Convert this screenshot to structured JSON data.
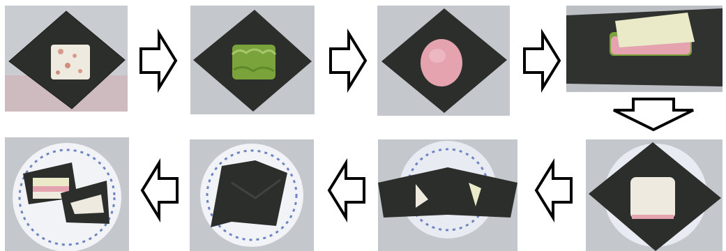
{
  "diagram": {
    "steps": [
      {
        "id": 1,
        "icon": "seaweed-with-rice-photo"
      },
      {
        "id": 2,
        "icon": "lettuce-layer-photo"
      },
      {
        "id": 3,
        "icon": "ham-slice-photo"
      },
      {
        "id": 4,
        "icon": "cheese-slice-photo"
      },
      {
        "id": 5,
        "icon": "rice-top-layer-photo"
      },
      {
        "id": 6,
        "icon": "folding-sides-photo"
      },
      {
        "id": 7,
        "icon": "wrapped-onigirazu-photo"
      },
      {
        "id": 8,
        "icon": "cut-onigirazu-photo"
      }
    ],
    "arrows": [
      {
        "from": 1,
        "to": 2,
        "direction": "right"
      },
      {
        "from": 2,
        "to": 3,
        "direction": "right"
      },
      {
        "from": 3,
        "to": 4,
        "direction": "right"
      },
      {
        "from": 4,
        "to": 5,
        "direction": "down"
      },
      {
        "from": 5,
        "to": 6,
        "direction": "left"
      },
      {
        "from": 6,
        "to": 7,
        "direction": "left"
      },
      {
        "from": 7,
        "to": 8,
        "direction": "left"
      }
    ],
    "colors": {
      "seaweed": "#2b2e2b",
      "rice": "#eeeae0",
      "lettuce": "#7aa33c",
      "ham": "#e4a3ae",
      "cheese": "#eaeac8",
      "plate_pattern": "#6d84c2",
      "background": "#b9bec4",
      "arrow_stroke": "#000000",
      "arrow_fill": "#ffffff"
    }
  }
}
